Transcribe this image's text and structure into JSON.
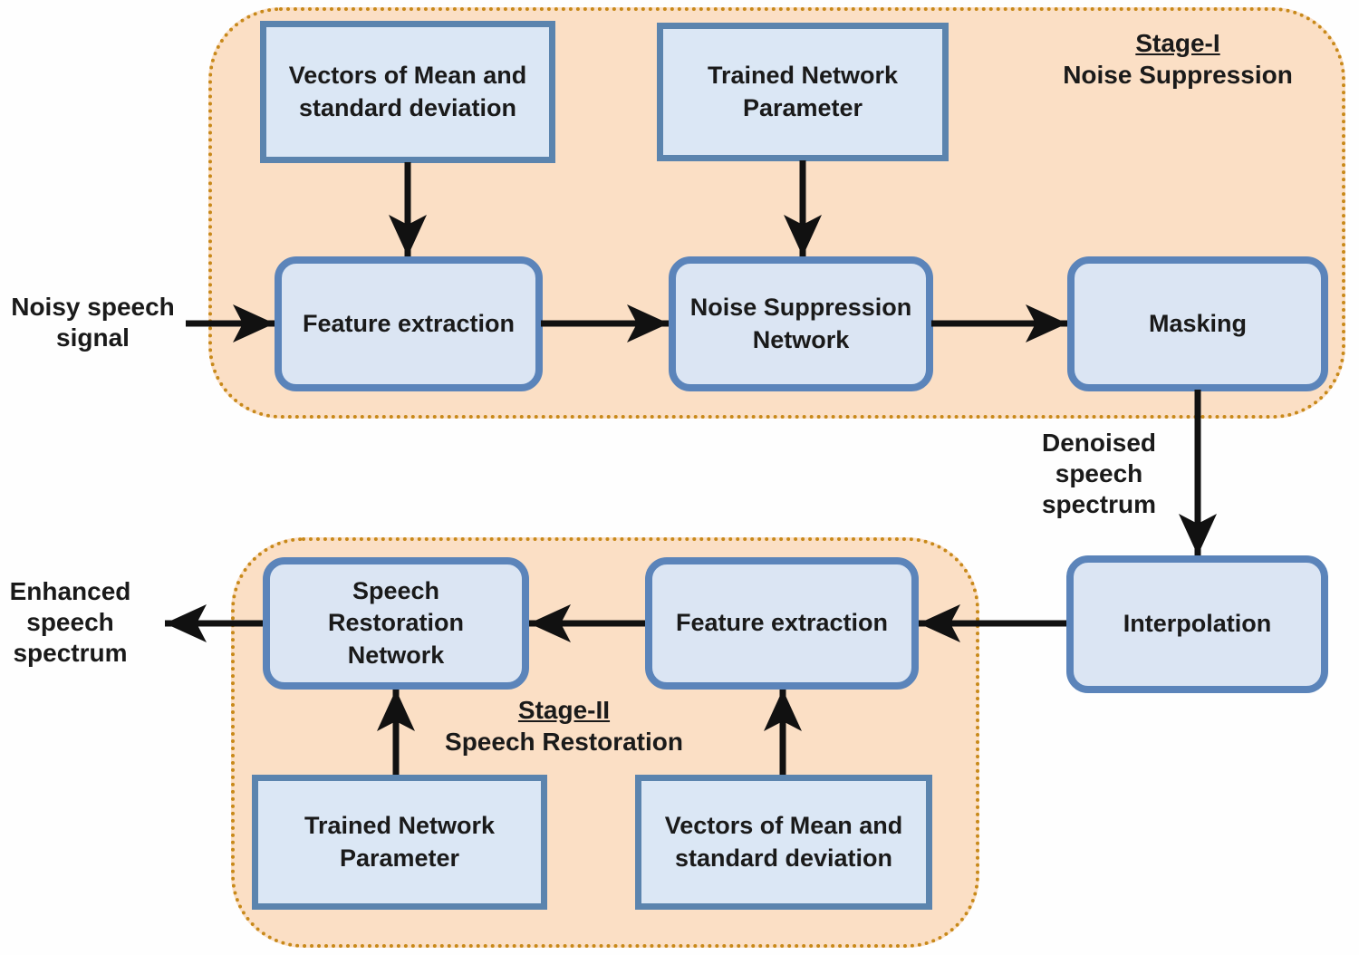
{
  "colors": {
    "container_fill": "#fbdfc5",
    "container_border": "#c8891a",
    "param_box_fill": "#dbe7f5",
    "param_box_border": "#5b84ae",
    "process_box_fill": "#dbe5f3",
    "process_box_border": "#5b84ba",
    "arrow": "#111111",
    "text": "#1a1a1a"
  },
  "stage1": {
    "title": "Stage-I",
    "subtitle": "Noise Suppression",
    "nodes": {
      "vectors": "Vectors of Mean and standard deviation",
      "trained": "Trained Network Parameter",
      "feature_extraction": "Feature extraction",
      "noise_suppression_network": "Noise Suppression Network",
      "masking": "Masking"
    }
  },
  "stage2": {
    "title": "Stage-II",
    "subtitle": "Speech Restoration",
    "nodes": {
      "speech_restoration_network": "Speech Restoration Network",
      "feature_extraction": "Feature extraction",
      "trained": "Trained Network Parameter",
      "vectors": "Vectors of Mean and standard deviation"
    }
  },
  "nodes": {
    "interpolation": "Interpolation"
  },
  "labels": {
    "input": "Noisy speech signal",
    "denoised": "Denoised speech spectrum",
    "output": "Enhanced speech spectrum"
  }
}
